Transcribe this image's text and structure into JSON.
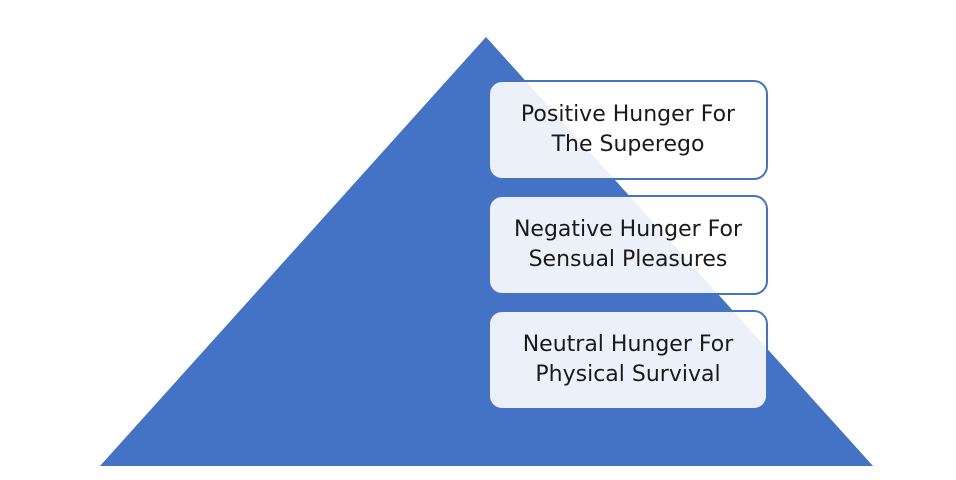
{
  "diagram": {
    "pyramid_color": "#4472c4",
    "border_color": "#4472c4",
    "levels": [
      {
        "line1": "Positive Hunger For",
        "line2": "The Superego"
      },
      {
        "line1": "Negative Hunger For",
        "line2": "Sensual Pleasures"
      },
      {
        "line1": "Neutral Hunger For",
        "line2": "Physical Survival"
      }
    ]
  }
}
